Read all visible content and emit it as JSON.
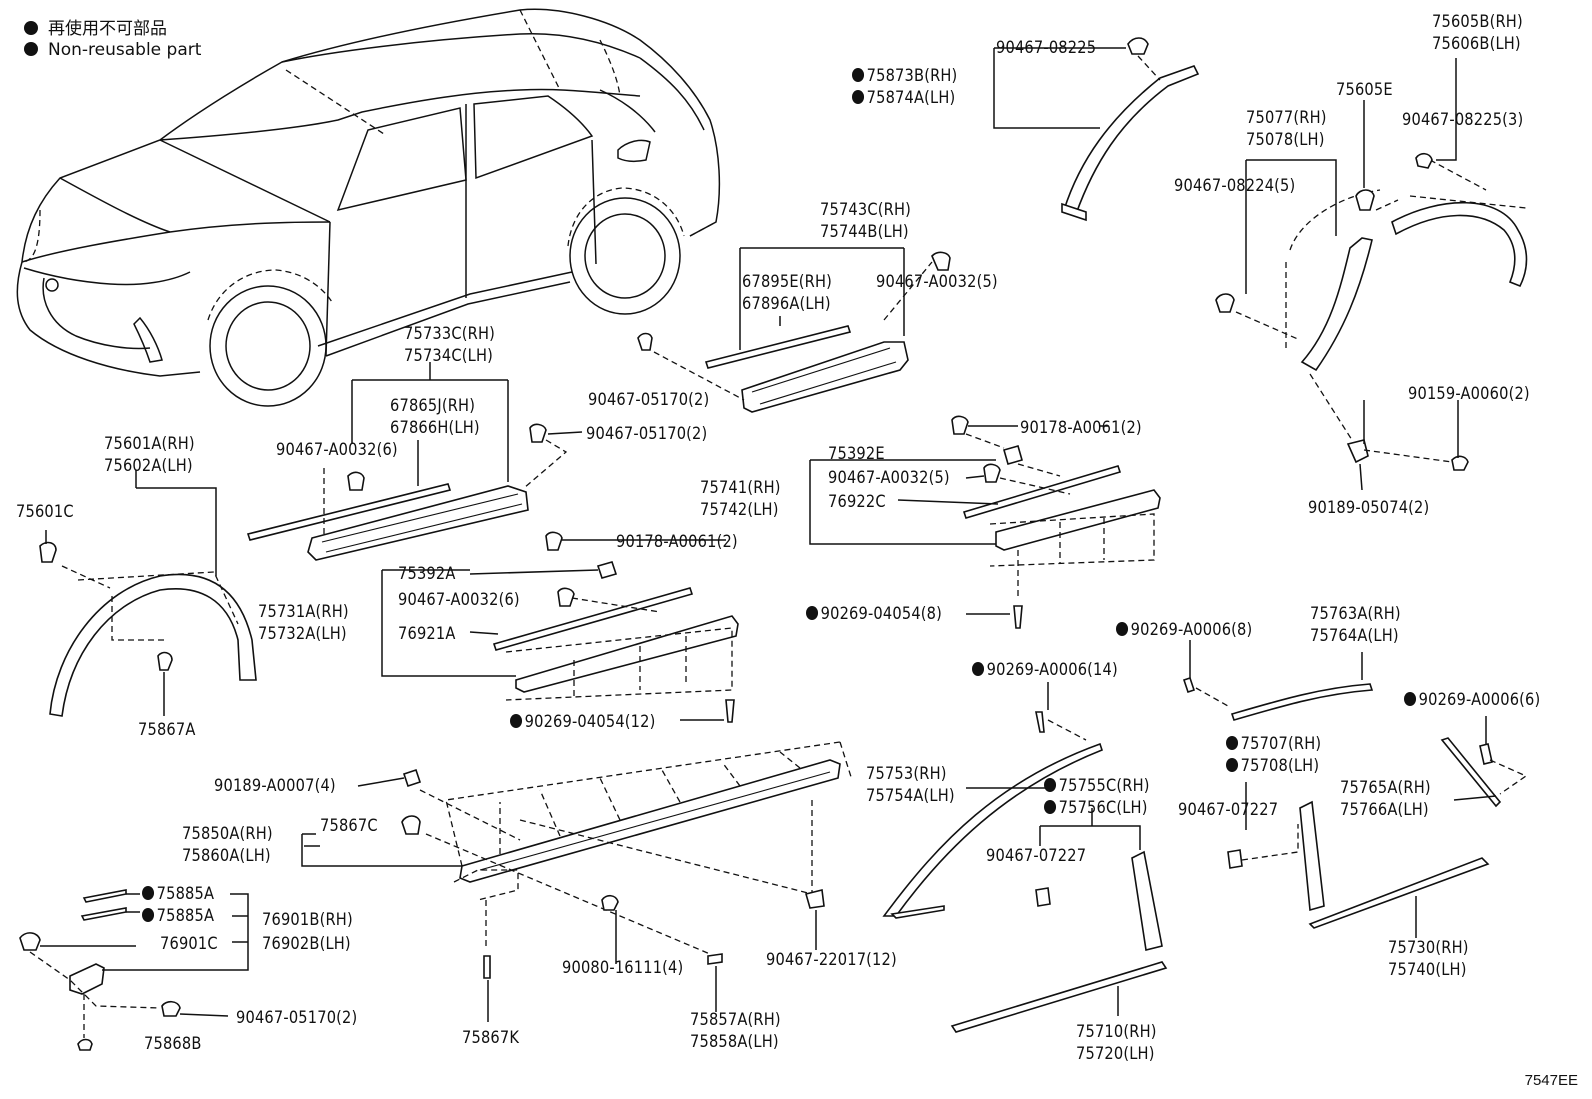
{
  "legend": {
    "jp": "再使用不可部品",
    "en": "Non-reusable part"
  },
  "diagram_code": "7547EE",
  "labels": {
    "p75605B": "75605B(RH)",
    "p75606B": "75606B(LH)",
    "p75605E": "75605E",
    "p90467_08225_top": "90467-08225",
    "p75873B": "75873B(RH)",
    "p75874A": "75874A(LH)",
    "p75077": "75077(RH)",
    "p75078": "75078(LH)",
    "p90467_08225_3": "90467-08225(3)",
    "p90467_08224_5": "90467-08224(5)",
    "p75743C": "75743C(RH)",
    "p75744B": "75744B(LH)",
    "p67895E": "67895E(RH)",
    "p67896A": "67896A(LH)",
    "p90467_A0032_5a": "90467-A0032(5)",
    "p75733C": "75733C(RH)",
    "p75734C": "75734C(LH)",
    "p67865J": "67865J(RH)",
    "p67866H": "67866H(LH)",
    "p90467_05170_2a": "90467-05170(2)",
    "p90467_05170_2b": "90467-05170(2)",
    "p90467_A0032_6a": "90467-A0032(6)",
    "p90159_A0060_2": "90159-A0060(2)",
    "p90189_05074_2": "90189-05074(2)",
    "p90178_A0061_2a": "90178-A0061(2)",
    "p75392E": "75392E",
    "p90467_A0032_5b": "90467-A0032(5)",
    "p75741": "75741(RH)",
    "p75742": "75742(LH)",
    "p76922C": "76922C",
    "p75601A": "75601A(RH)",
    "p75602A": "75602A(LH)",
    "p75601C": "75601C",
    "p90178_A0061_2b": "90178-A0061(2)",
    "p75392A": "75392A",
    "p90467_A0032_6b": "90467-A0032(6)",
    "p75731A": "75731A(RH)",
    "p75732A": "75732A(LH)",
    "p76921A": "76921A",
    "p90269_04054_8": "90269-04054(8)",
    "p90269_A0006_8": "90269-A0006(8)",
    "p75763A": "75763A(RH)",
    "p75764A": "75764A(LH)",
    "p75867A": "75867A",
    "p90269_04054_12": "90269-04054(12)",
    "p90269_A0006_14": "90269-A0006(14)",
    "p90269_A0006_6": "90269-A0006(6)",
    "p90189_A0007_4": "90189-A0007(4)",
    "p75753": "75753(RH)",
    "p75754A": "75754A(LH)",
    "p75707": "75707(RH)",
    "p75708": "75708(LH)",
    "p75755C": "75755C(RH)",
    "p75756C": "75756C(LH)",
    "p75765A": "75765A(RH)",
    "p75766A": "75766A(LH)",
    "p90467_07227_a": "90467-07227",
    "p90467_07227_b": "90467-07227",
    "p75850A": "75850A(RH)",
    "p75860A": "75860A(LH)",
    "p75867C": "75867C",
    "p75885A_a": "75885A",
    "p75885A_b": "75885A",
    "p76901B": "76901B(RH)",
    "p76902B": "76902B(LH)",
    "p76901C": "76901C",
    "p90080_16111_4": "90080-16111(4)",
    "p90467_22017_12": "90467-22017(12)",
    "p75730": "75730(RH)",
    "p75740": "75740(LH)",
    "p90467_05170_2c": "90467-05170(2)",
    "p75868B": "75868B",
    "p75867K": "75867K",
    "p75857A": "75857A(RH)",
    "p75858A": "75858A(LH)",
    "p75710": "75710(RH)",
    "p75720": "75720(LH)"
  }
}
